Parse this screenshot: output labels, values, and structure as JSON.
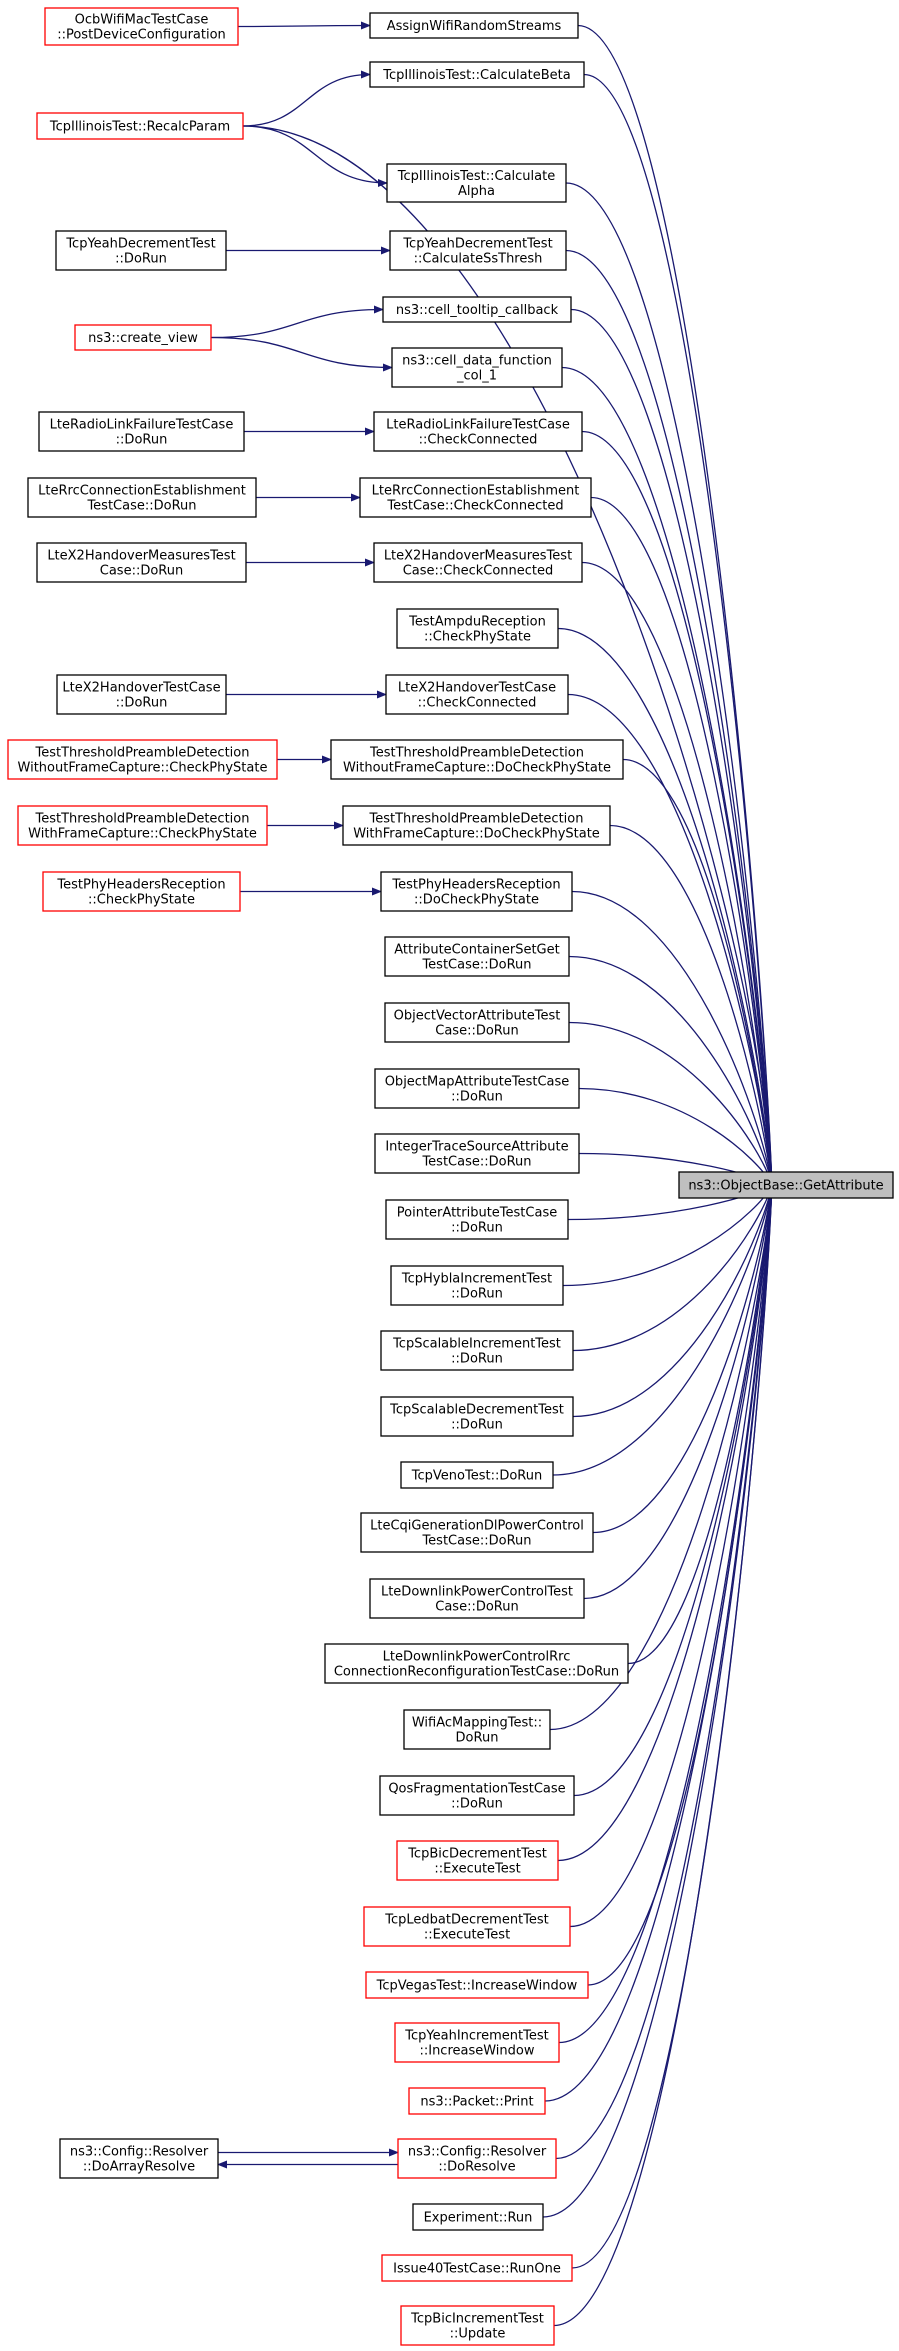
{
  "colors": {
    "edge": "#191970",
    "border_normal": "#000000",
    "border_truncated": "#ff0000",
    "fill_normal": "#ffffff",
    "fill_target": "#bfbfbf"
  },
  "target": {
    "id": "target",
    "lines": [
      "ns3::ObjectBase::GetAttribute"
    ]
  },
  "nodes": [
    {
      "id": "ocb",
      "lines": [
        "OcbWifiMacTestCase",
        "::PostDeviceConfiguration"
      ],
      "style": "truncated"
    },
    {
      "id": "assign",
      "lines": [
        "AssignWifiRandomStreams"
      ],
      "style": "normal"
    },
    {
      "id": "beta",
      "lines": [
        "TcpIllinoisTest::CalculateBeta"
      ],
      "style": "normal"
    },
    {
      "id": "recalc",
      "lines": [
        "TcpIllinoisTest::RecalcParam"
      ],
      "style": "truncated"
    },
    {
      "id": "alpha",
      "lines": [
        "TcpIllinoisTest::Calculate",
        "Alpha"
      ],
      "style": "normal"
    },
    {
      "id": "yeahdec",
      "lines": [
        "TcpYeahDecrementTest",
        "::DoRun"
      ],
      "style": "normal"
    },
    {
      "id": "ssthresh",
      "lines": [
        "TcpYeahDecrementTest",
        "::CalculateSsThresh"
      ],
      "style": "normal"
    },
    {
      "id": "tooltip",
      "lines": [
        "ns3::cell_tooltip_callback"
      ],
      "style": "normal"
    },
    {
      "id": "createview",
      "lines": [
        "ns3::create_view"
      ],
      "style": "truncated"
    },
    {
      "id": "celldata",
      "lines": [
        "ns3::cell_data_function",
        "_col_1"
      ],
      "style": "normal"
    },
    {
      "id": "rlfrun",
      "lines": [
        "LteRadioLinkFailureTestCase",
        "::DoRun"
      ],
      "style": "normal"
    },
    {
      "id": "rlfcc",
      "lines": [
        "LteRadioLinkFailureTestCase",
        "::CheckConnected"
      ],
      "style": "normal"
    },
    {
      "id": "rrcrun",
      "lines": [
        "LteRrcConnectionEstablishment",
        "TestCase::DoRun"
      ],
      "style": "normal"
    },
    {
      "id": "rrccc",
      "lines": [
        "LteRrcConnectionEstablishment",
        "TestCase::CheckConnected"
      ],
      "style": "normal"
    },
    {
      "id": "x2mrun",
      "lines": [
        "LteX2HandoverMeasuresTest",
        "Case::DoRun"
      ],
      "style": "normal"
    },
    {
      "id": "x2mcc",
      "lines": [
        "LteX2HandoverMeasuresTest",
        "Case::CheckConnected"
      ],
      "style": "normal"
    },
    {
      "id": "ampdu",
      "lines": [
        "TestAmpduReception",
        "::CheckPhyState"
      ],
      "style": "normal"
    },
    {
      "id": "x2run",
      "lines": [
        "LteX2HandoverTestCase",
        "::DoRun"
      ],
      "style": "normal"
    },
    {
      "id": "x2cc",
      "lines": [
        "LteX2HandoverTestCase",
        "::CheckConnected"
      ],
      "style": "normal"
    },
    {
      "id": "tpwoc",
      "lines": [
        "TestThresholdPreambleDetection",
        "WithoutFrameCapture::CheckPhyState"
      ],
      "style": "truncated"
    },
    {
      "id": "tpwodc",
      "lines": [
        "TestThresholdPreambleDetection",
        "WithoutFrameCapture::DoCheckPhyState"
      ],
      "style": "normal"
    },
    {
      "id": "tpwc",
      "lines": [
        "TestThresholdPreambleDetection",
        "WithFrameCapture::CheckPhyState"
      ],
      "style": "truncated"
    },
    {
      "id": "tpwdc",
      "lines": [
        "TestThresholdPreambleDetection",
        "WithFrameCapture::DoCheckPhyState"
      ],
      "style": "normal"
    },
    {
      "id": "phyc",
      "lines": [
        "TestPhyHeadersReception",
        "::CheckPhyState"
      ],
      "style": "truncated"
    },
    {
      "id": "phydc",
      "lines": [
        "TestPhyHeadersReception",
        "::DoCheckPhyState"
      ],
      "style": "normal"
    },
    {
      "id": "attrcont",
      "lines": [
        "AttributeContainerSetGet",
        "TestCase::DoRun"
      ],
      "style": "normal"
    },
    {
      "id": "objvec",
      "lines": [
        "ObjectVectorAttributeTest",
        "Case::DoRun"
      ],
      "style": "normal"
    },
    {
      "id": "objmap",
      "lines": [
        "ObjectMapAttributeTestCase",
        "::DoRun"
      ],
      "style": "normal"
    },
    {
      "id": "inttrace",
      "lines": [
        "IntegerTraceSourceAttribute",
        "TestCase::DoRun"
      ],
      "style": "normal"
    },
    {
      "id": "pointer",
      "lines": [
        "PointerAttributeTestCase",
        "::DoRun"
      ],
      "style": "normal"
    },
    {
      "id": "hybla",
      "lines": [
        "TcpHyblaIncrementTest",
        "::DoRun"
      ],
      "style": "normal"
    },
    {
      "id": "scalinc",
      "lines": [
        "TcpScalableIncrementTest",
        "::DoRun"
      ],
      "style": "normal"
    },
    {
      "id": "scaldec",
      "lines": [
        "TcpScalableDecrementTest",
        "::DoRun"
      ],
      "style": "normal"
    },
    {
      "id": "veno",
      "lines": [
        "TcpVenoTest::DoRun"
      ],
      "style": "normal"
    },
    {
      "id": "cqi",
      "lines": [
        "LteCqiGenerationDlPowerControl",
        "TestCase::DoRun"
      ],
      "style": "normal"
    },
    {
      "id": "dlpc",
      "lines": [
        "LteDownlinkPowerControlTest",
        "Case::DoRun"
      ],
      "style": "normal"
    },
    {
      "id": "dlpcrrc",
      "lines": [
        "LteDownlinkPowerControlRrc",
        "ConnectionReconfigurationTestCase::DoRun"
      ],
      "style": "normal"
    },
    {
      "id": "wifiac",
      "lines": [
        "WifiAcMappingTest::",
        "DoRun"
      ],
      "style": "normal"
    },
    {
      "id": "qos",
      "lines": [
        "QosFragmentationTestCase",
        "::DoRun"
      ],
      "style": "normal"
    },
    {
      "id": "bicdec",
      "lines": [
        "TcpBicDecrementTest",
        "::ExecuteTest"
      ],
      "style": "truncated"
    },
    {
      "id": "ledbat",
      "lines": [
        "TcpLedbatDecrementTest",
        "::ExecuteTest"
      ],
      "style": "truncated"
    },
    {
      "id": "vegas",
      "lines": [
        "TcpVegasTest::IncreaseWindow"
      ],
      "style": "truncated"
    },
    {
      "id": "yeahinc",
      "lines": [
        "TcpYeahIncrementTest",
        "::IncreaseWindow"
      ],
      "style": "truncated"
    },
    {
      "id": "packet",
      "lines": [
        "ns3::Packet::Print"
      ],
      "style": "truncated"
    },
    {
      "id": "doarray",
      "lines": [
        "ns3::Config::Resolver",
        "::DoArrayResolve"
      ],
      "style": "normal"
    },
    {
      "id": "doresolve",
      "lines": [
        "ns3::Config::Resolver",
        "::DoResolve"
      ],
      "style": "truncated"
    },
    {
      "id": "experiment",
      "lines": [
        "Experiment::Run"
      ],
      "style": "normal"
    },
    {
      "id": "issue40",
      "lines": [
        "Issue40TestCase::RunOne"
      ],
      "style": "truncated"
    },
    {
      "id": "bicinc",
      "lines": [
        "TcpBicIncrementTest",
        "::Update"
      ],
      "style": "truncated"
    }
  ],
  "edges": [
    [
      "ocb",
      "assign"
    ],
    [
      "recalc",
      "beta"
    ],
    [
      "recalc",
      "alpha"
    ],
    [
      "yeahdec",
      "ssthresh"
    ],
    [
      "createview",
      "tooltip"
    ],
    [
      "createview",
      "celldata"
    ],
    [
      "rlfrun",
      "rlfcc"
    ],
    [
      "rrcrun",
      "rrccc"
    ],
    [
      "x2mrun",
      "x2mcc"
    ],
    [
      "x2run",
      "x2cc"
    ],
    [
      "tpwoc",
      "tpwodc"
    ],
    [
      "tpwc",
      "tpwdc"
    ],
    [
      "phyc",
      "phydc"
    ],
    [
      "doresolve",
      "doarray"
    ],
    [
      "doarray",
      "doresolve"
    ],
    [
      "assign",
      "target"
    ],
    [
      "beta",
      "target"
    ],
    [
      "recalc",
      "target"
    ],
    [
      "alpha",
      "target"
    ],
    [
      "ssthresh",
      "target"
    ],
    [
      "tooltip",
      "target"
    ],
    [
      "celldata",
      "target"
    ],
    [
      "rlfcc",
      "target"
    ],
    [
      "rrccc",
      "target"
    ],
    [
      "x2mcc",
      "target"
    ],
    [
      "ampdu",
      "target"
    ],
    [
      "x2cc",
      "target"
    ],
    [
      "tpwodc",
      "target"
    ],
    [
      "tpwdc",
      "target"
    ],
    [
      "phydc",
      "target"
    ],
    [
      "attrcont",
      "target"
    ],
    [
      "objvec",
      "target"
    ],
    [
      "objmap",
      "target"
    ],
    [
      "inttrace",
      "target"
    ],
    [
      "pointer",
      "target"
    ],
    [
      "hybla",
      "target"
    ],
    [
      "scalinc",
      "target"
    ],
    [
      "scaldec",
      "target"
    ],
    [
      "veno",
      "target"
    ],
    [
      "cqi",
      "target"
    ],
    [
      "dlpc",
      "target"
    ],
    [
      "dlpcrrc",
      "target"
    ],
    [
      "wifiac",
      "target"
    ],
    [
      "qos",
      "target"
    ],
    [
      "bicdec",
      "target"
    ],
    [
      "ledbat",
      "target"
    ],
    [
      "vegas",
      "target"
    ],
    [
      "yeahinc",
      "target"
    ],
    [
      "packet",
      "target"
    ],
    [
      "doresolve",
      "target"
    ],
    [
      "experiment",
      "target"
    ],
    [
      "issue40",
      "target"
    ],
    [
      "bicinc",
      "target"
    ]
  ]
}
